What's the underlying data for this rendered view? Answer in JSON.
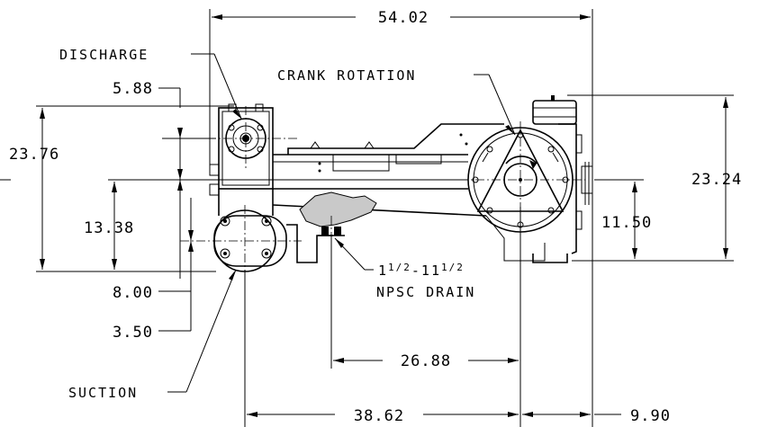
{
  "dimensions": {
    "overall_length": "54.02",
    "discharge_offset": "5.88",
    "overall_height_left": "23.76",
    "suction_center_height": "13.38",
    "suction_offset": "8.00",
    "suction_flange_offset": "3.50",
    "overall_height_right": "23.24",
    "crank_center_height": "11.50",
    "drain_to_crank": "26.88",
    "suction_to_crank": "38.62",
    "crank_to_end": "9.90"
  },
  "labels": {
    "discharge": "DISCHARGE",
    "crank_rotation": "CRANK ROTATION",
    "suction": "SUCTION",
    "drain_whole_1": "1",
    "drain_frac_1": "1/2",
    "drain_mid": "-11",
    "drain_frac_2": "1/2",
    "drain_line2": "NPSC DRAIN"
  }
}
